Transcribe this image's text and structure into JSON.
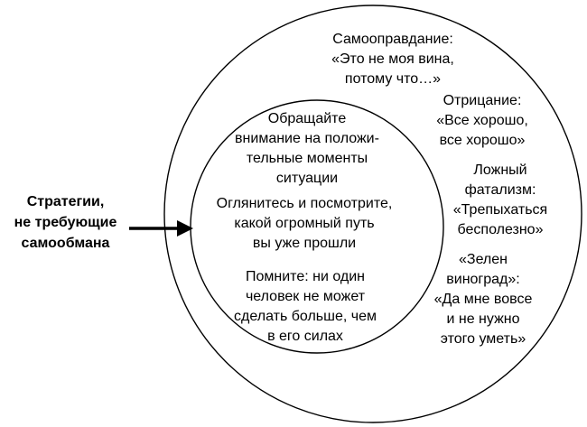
{
  "diagram": {
    "background_color": "#ffffff",
    "stroke_color": "#000000",
    "text_color": "#000000",
    "left_label": {
      "lines": [
        "Стратегии,",
        "не требующие",
        "самообмана"
      ]
    },
    "outer_items": [
      {
        "id": "self-justification",
        "lines": [
          "Самооправдание:",
          "«Это не моя вина,",
          "потому что…»"
        ]
      },
      {
        "id": "denial",
        "lines": [
          "Отрицание:",
          "«Все хорошо,",
          "все хорошо»"
        ]
      },
      {
        "id": "false-fatalism",
        "lines": [
          "Ложный",
          "фатализм:",
          "«Трепыхаться",
          "бесполезно»"
        ]
      },
      {
        "id": "sour-grapes",
        "lines": [
          "«Зелен",
          "виноград»:",
          "«Да мне вовсе",
          "и не нужно",
          "этого уметь»"
        ]
      }
    ],
    "inner_items": [
      {
        "id": "positive-moments",
        "lines": [
          "Обращайте",
          "внимание на положи-",
          "тельные моменты",
          "ситуации"
        ]
      },
      {
        "id": "look-back",
        "lines": [
          "Оглянитесь и посмотрите,",
          "какой огромный путь",
          "вы уже прошли"
        ]
      },
      {
        "id": "remember-limits",
        "lines": [
          "Помните: ни один",
          "человек не может",
          "сделать больше, чем",
          "в его силах"
        ]
      }
    ]
  }
}
